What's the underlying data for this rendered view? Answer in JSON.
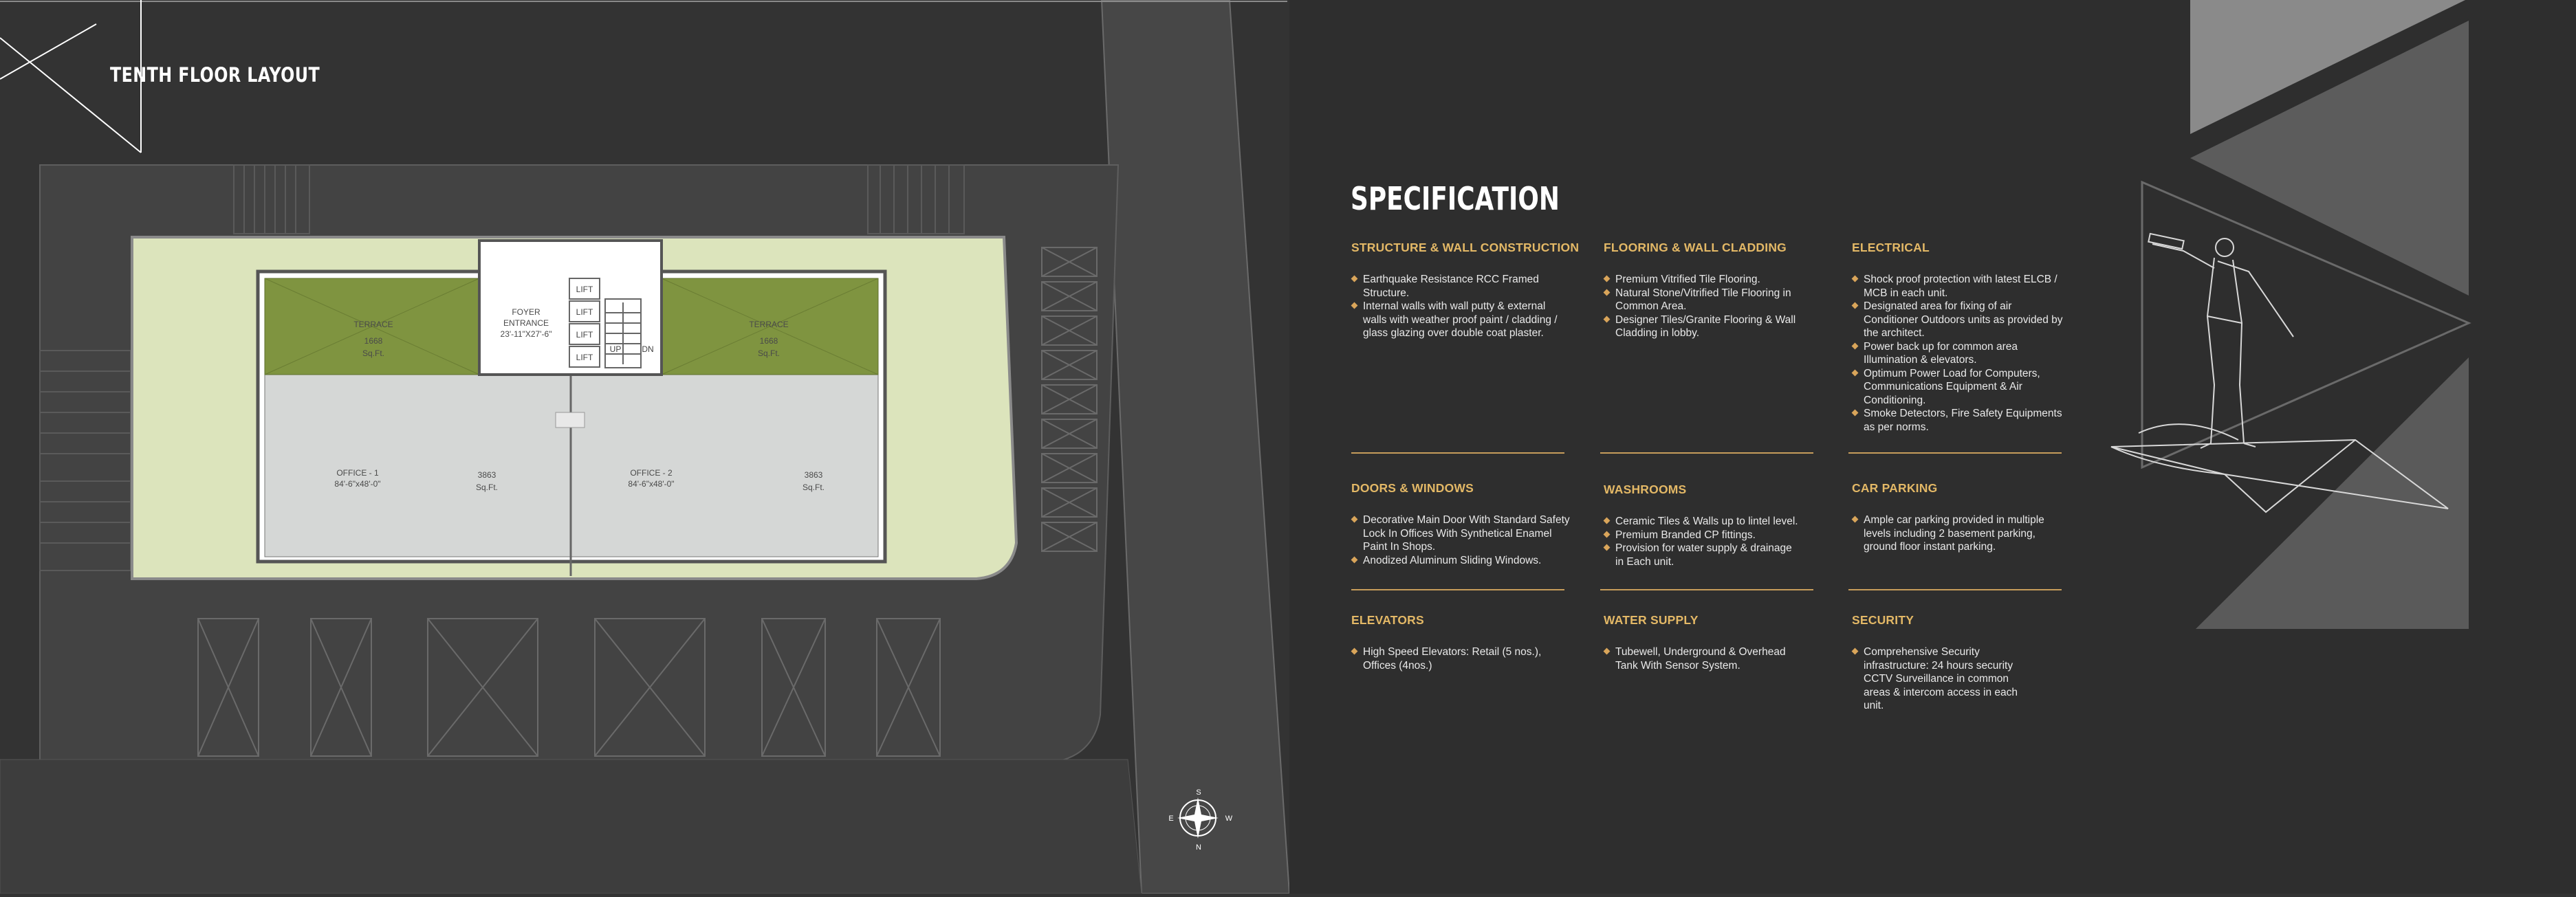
{
  "floor_plan": {
    "title": "TENTH FLOOR LAYOUT",
    "terrace_left": {
      "name": "TERRACE",
      "area": "1668",
      "unit": "Sq.Ft."
    },
    "terrace_right": {
      "name": "TERRACE",
      "area": "1668",
      "unit": "Sq.Ft."
    },
    "foyer": {
      "line1": "FOYER",
      "line2": "ENTRANCE",
      "dims": "23'-11\"X27'-6\""
    },
    "lifts": [
      "LIFT",
      "LIFT",
      "LIFT",
      "LIFT"
    ],
    "stair_up": "UP",
    "stair_dn": "DN",
    "office1": {
      "name": "OFFICE - 1",
      "dims": "84'-6\"x48'-0\"",
      "area": "3863",
      "unit": "Sq.Ft."
    },
    "office2": {
      "name": "OFFICE - 2",
      "dims": "84'-6\"x48'-0\"",
      "area": "3863",
      "unit": "Sq.Ft."
    },
    "compass": {
      "n": "N",
      "s": "S",
      "e": "E",
      "w": "W"
    }
  },
  "colors": {
    "background": "#333333",
    "accent": "#e3b866",
    "terrace": "#7f9440",
    "lawn": "#dce4bc",
    "office": "#d5d7d6"
  },
  "specification": {
    "title": "SPECIFICATION",
    "sections": {
      "structure": {
        "heading": "STRUCTURE & WALL CONSTRUCTION",
        "items": [
          "Earthquake Resistance RCC Framed Structure.",
          "Internal walls with wall putty & external walls with weather proof paint / cladding / glass glazing over double coat plaster."
        ]
      },
      "flooring": {
        "heading": "FLOORING  & WALL CLADDING",
        "items": [
          "Premium Vitrified Tile Flooring.",
          "Natural Stone/Vitrified Tile Flooring in Common Area.",
          "Designer Tiles/Granite Flooring & Wall Cladding in lobby."
        ]
      },
      "electrical": {
        "heading": "ELECTRICAL",
        "items": [
          "Shock proof protection with latest ELCB / MCB in each unit.",
          "Designated area for fixing of air Conditioner Outdoors units as provided by the architect.",
          "Power back up for common area Illumination & elevators.",
          "Optimum Power Load for Computers, Communications Equipment & Air Conditioning.",
          "Smoke Detectors, Fire Safety Equipments as per norms."
        ]
      },
      "doors": {
        "heading": "DOORS & WINDOWS",
        "items": [
          "Decorative Main Door With Standard Safety Lock In Offices With Synthetical Enamel Paint In Shops.",
          "Anodized Aluminum Sliding Windows."
        ]
      },
      "washrooms": {
        "heading": "WASHROOMS",
        "items": [
          "Ceramic Tiles & Walls up to lintel level.",
          "Premium Branded CP fittings.",
          "Provision for water supply & drainage in Each unit."
        ]
      },
      "parking": {
        "heading": "CAR PARKING",
        "items": [
          "Ample car parking provided in multiple levels including 2 basement parking, ground floor instant parking."
        ]
      },
      "elevators": {
        "heading": "ELEVATORS",
        "items": [
          "High Speed Elevators: Retail (5 nos.), Offices (4nos.)"
        ]
      },
      "water": {
        "heading": "WATER SUPPLY",
        "items": [
          "Tubewell, Underground & Overhead Tank With Sensor System."
        ]
      },
      "security": {
        "heading": "SECURITY",
        "items": [
          "Comprehensive Security infrastructure: 24 hours security CCTV Surveillance in common areas & intercom access in each unit."
        ]
      }
    }
  }
}
